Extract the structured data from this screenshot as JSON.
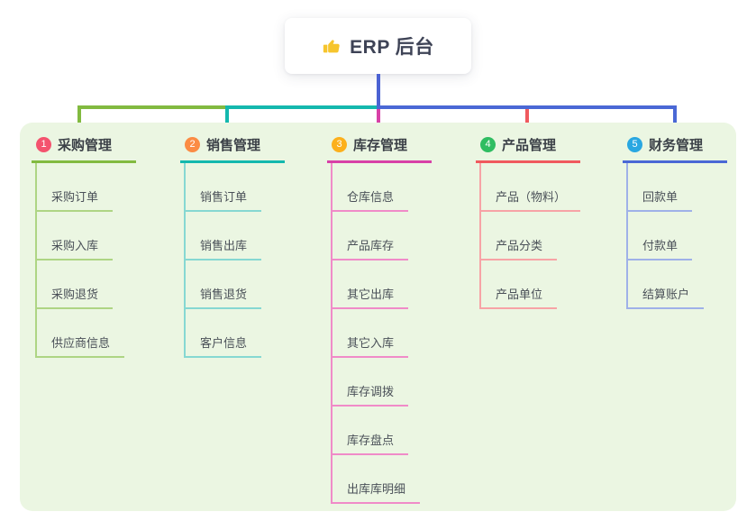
{
  "root": {
    "title": "ERP 后台",
    "icon": "thumbs-up-icon"
  },
  "colors": {
    "trunk": "#4b62d3",
    "panel_bg": "#ebf6e2",
    "header_text": "#3b4047",
    "child_text": "#4a5058",
    "card_title": "#3e4356",
    "thumb_icon": "#f6c52e"
  },
  "branches": [
    {
      "badge": "1",
      "label": "采购管理",
      "badge_color": "#f4536e",
      "color": "#82ba40",
      "light_color": "#aed584",
      "children": [
        "采购订单",
        "采购入库",
        "采购退货",
        "供应商信息"
      ]
    },
    {
      "badge": "2",
      "label": "销售管理",
      "badge_color": "#fb8c44",
      "color": "#14b8ae",
      "light_color": "#86d8d2",
      "children": [
        "销售订单",
        "销售出库",
        "销售退货",
        "客户信息"
      ]
    },
    {
      "badge": "3",
      "label": "库存管理",
      "badge_color": "#fcb01c",
      "color": "#d840a7",
      "light_color": "#f08bc8",
      "children": [
        "仓库信息",
        "产品库存",
        "其它出库",
        "其它入库",
        "库存调拨",
        "库存盘点",
        "出库库明细"
      ]
    },
    {
      "badge": "4",
      "label": "产品管理",
      "badge_color": "#2fbd61",
      "color": "#f05a5e",
      "light_color": "#f7a3a6",
      "children": [
        "产品（物料）",
        "产品分类",
        "产品单位"
      ]
    },
    {
      "badge": "5",
      "label": "财务管理",
      "badge_color": "#29a7e1",
      "color": "#4a68d5",
      "light_color": "#9fb1e8",
      "children": [
        "回款单",
        "付款单",
        "结算账户"
      ]
    }
  ]
}
